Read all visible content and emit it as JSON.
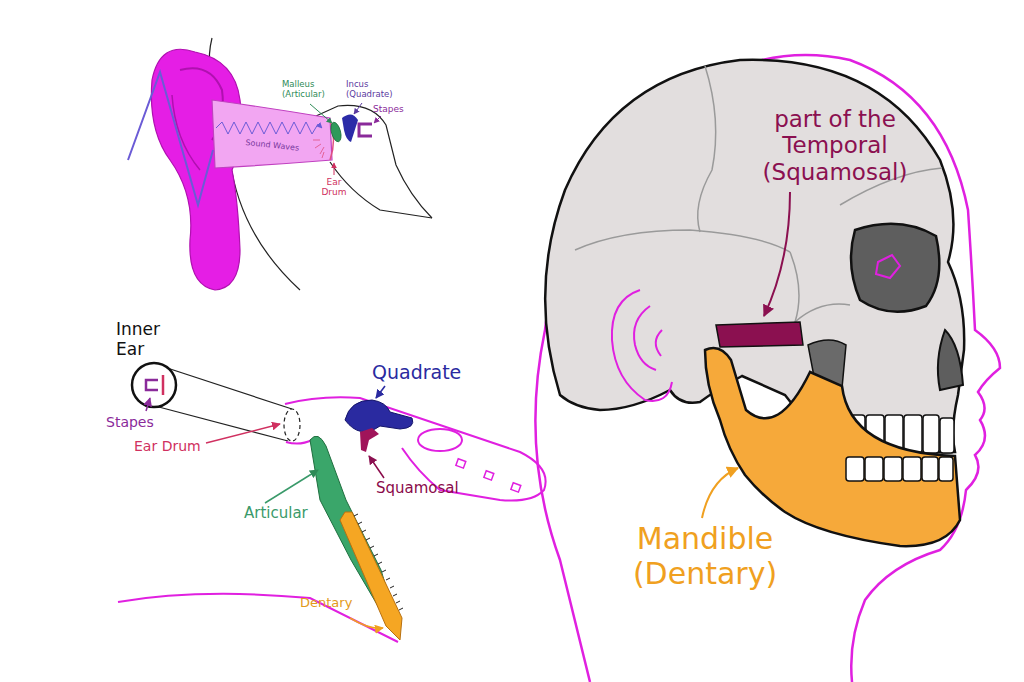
{
  "diagram": {
    "labels": [
      "Malleus (Articular)",
      "Incus (Quadrate)",
      "Stapes",
      "Sound Waves",
      "Ear Drum",
      "part of the Temporal (Squamosal)",
      "Inner Ear",
      "Stapes",
      "Ear Drum",
      "Quadrate",
      "Squamosal",
      "Articular",
      "Dentary",
      "Mandible (Dentary)"
    ]
  }
}
